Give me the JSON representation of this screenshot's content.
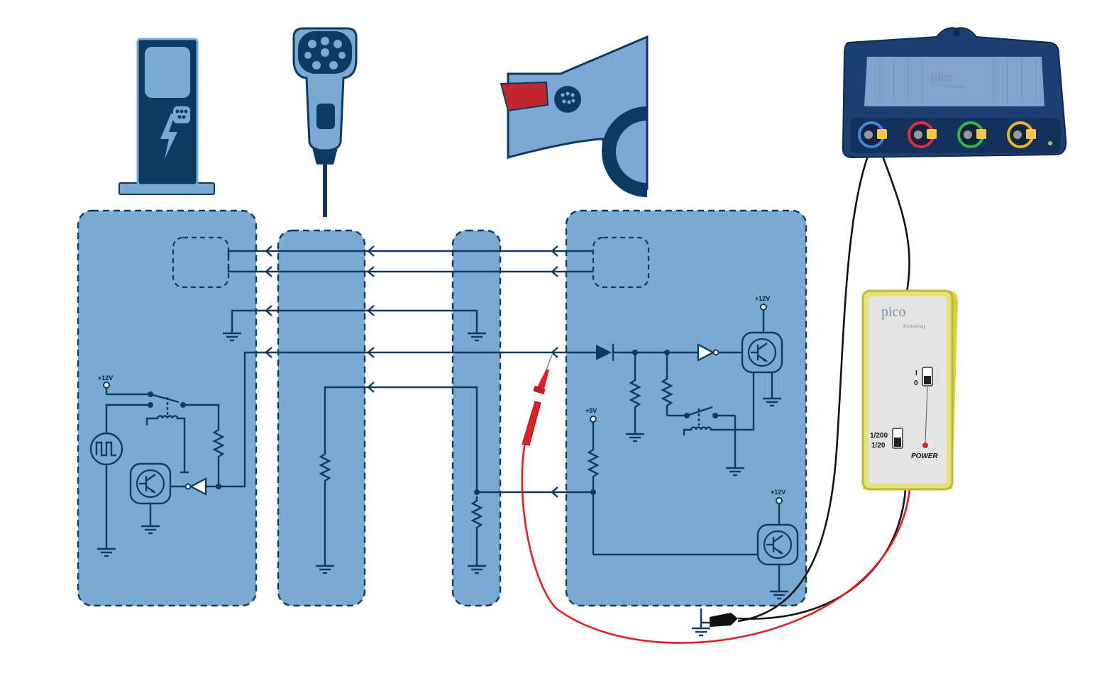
{
  "labels": {
    "v12_left": "+12V",
    "v12_vehicle_top": "+12V",
    "v5_vehicle": "+5V",
    "v12_vehicle_bottom": "+12V"
  },
  "scope": {
    "brand": "pico",
    "sub": "Technology"
  },
  "probe": {
    "brand": "pico",
    "sub": "Technology",
    "switch_on": "I",
    "switch_off": "0",
    "range_high": "1/200",
    "range_low": "1/20",
    "power_label": "POWER"
  },
  "colors": {
    "block_fill": "#78aad3",
    "wire": "#0d3a63",
    "probe_red": "#e31e24",
    "scope_body": "#1b3f72",
    "probe_body": "#e6e27a"
  }
}
